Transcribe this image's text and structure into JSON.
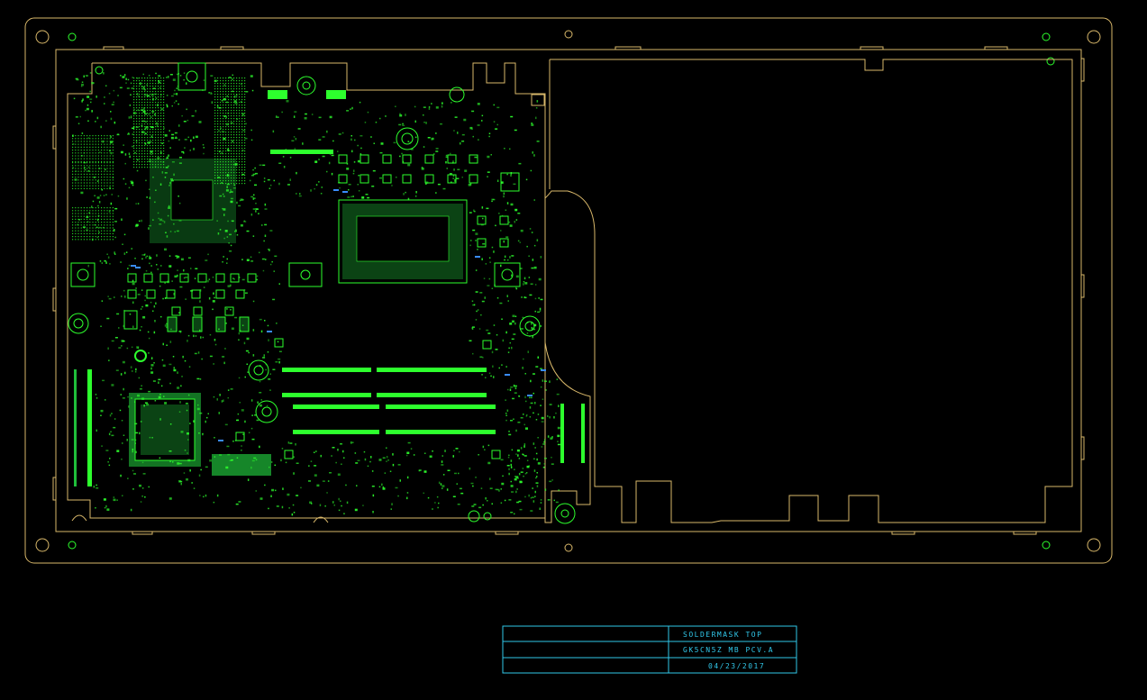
{
  "title_block": {
    "layer": "SOLDERMASK TOP",
    "board": "GK5CN5Z MB PCV.A",
    "date": "04/23/2017"
  },
  "colors": {
    "background": "#000000",
    "outline": "#d9b86a",
    "solder_mask": "#2dff2d",
    "mask_dim": "#1fbf3a",
    "title_block": "#31c7e9",
    "via": "#3a8cff"
  }
}
